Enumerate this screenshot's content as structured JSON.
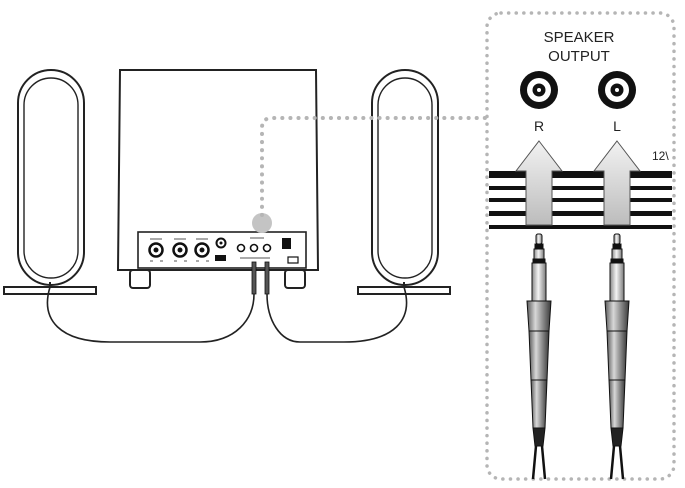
{
  "callout": {
    "title_line1": "SPEAKER",
    "title_line2": "OUTPUT",
    "jack_right_label": "R",
    "jack_left_label": "L",
    "edge_text": "12\\"
  },
  "colors": {
    "line": "#222222",
    "dotted": "#b5b5b5",
    "highlight": "#c4c4c4",
    "arrow_fill": "#d6d6d6"
  }
}
